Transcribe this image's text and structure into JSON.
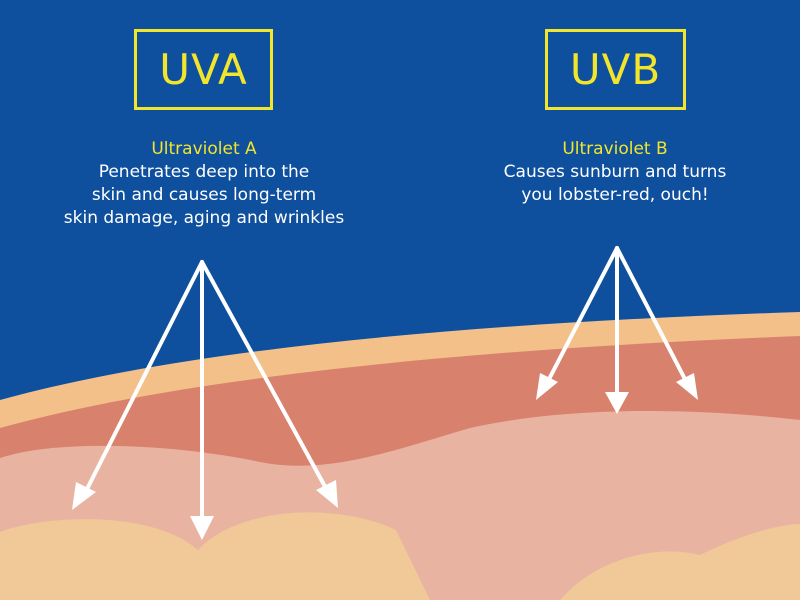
{
  "uva": {
    "label": "UVA",
    "subtitle": "Ultraviolet A",
    "lines": [
      "Penetrates deep into the",
      "skin and causes long-term",
      "skin damage, aging and wrinkles"
    ]
  },
  "uvb": {
    "label": "UVB",
    "subtitle": "Ultraviolet B",
    "lines": [
      "Causes sunburn and turns",
      "you lobster-red, ouch!"
    ]
  },
  "colors": {
    "sky": "#0E4F9E",
    "accent_yellow": "#F2E52B",
    "skin_surface": "#F3C08A",
    "epidermis": "#D8826E",
    "dermis": "#E9B3A2",
    "subcutaneous": "#F1C897",
    "arrow": "#FFFFFF"
  }
}
